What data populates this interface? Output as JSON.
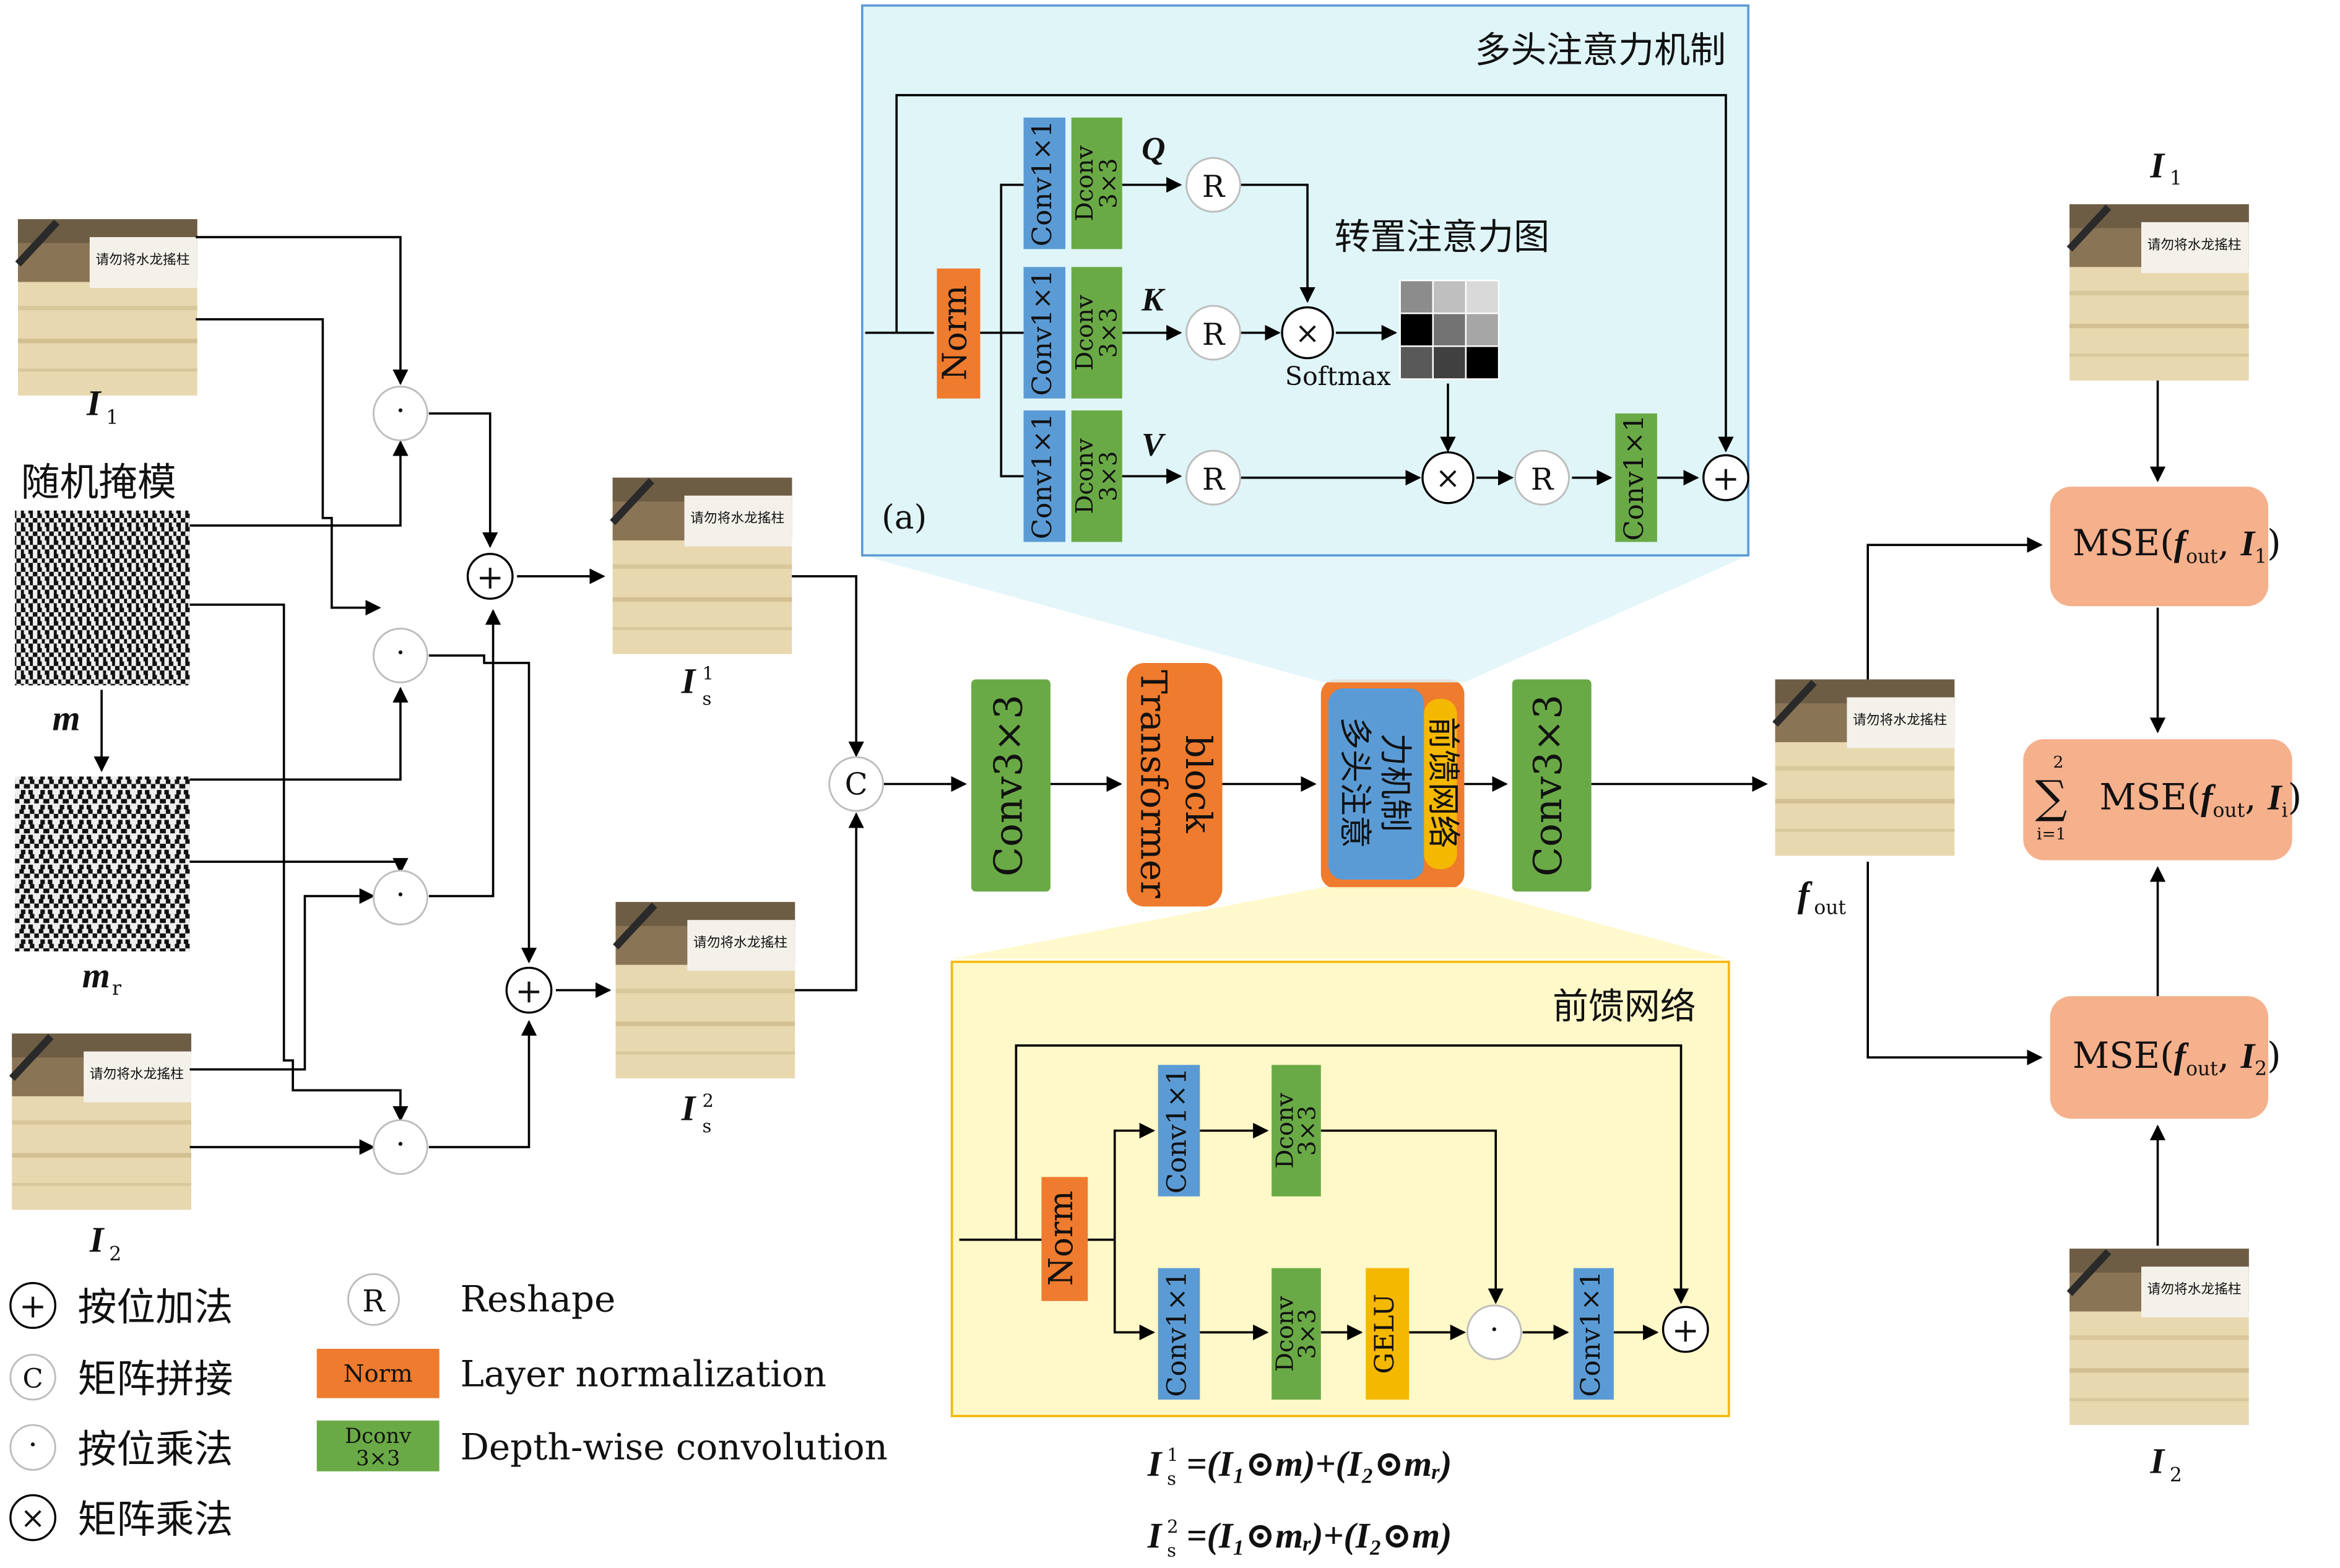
{
  "colors": {
    "norm": "#ef7b2e",
    "conv": "#5b9bd5",
    "dconv": "#6aaa46",
    "gelu": "#f5b800",
    "transformer": "#ef7b2e",
    "attention_panel": "#dff5f8",
    "ffn_panel": "#fff8c8",
    "mse": "#f5b08c"
  },
  "icons": {
    "add": "circled-plus-icon",
    "concat": "circled-c-icon",
    "mult": "circled-dot-icon",
    "matmul": "circled-times-icon",
    "reshape": "circled-r-icon",
    "image": "photo-thumbnail",
    "mask": "random-mask-texture"
  },
  "photo_text": "请勿将水龙搖柱",
  "left": {
    "i1_label": "I",
    "i1_sub": "1",
    "mask_title": "随机掩模",
    "m_label": "m",
    "mr_label": "m",
    "mr_sub": "r",
    "i2_label": "I",
    "i2_sub": "2",
    "is1_label": "I",
    "is1_sub": "s",
    "is1_sup": "1",
    "is2_label": "I",
    "is2_sub": "s",
    "is2_sup": "2"
  },
  "ops": {
    "plus": "+",
    "concat": "C",
    "dot": "·",
    "times": "×",
    "reshape": "R"
  },
  "attention": {
    "title": "多头注意力机制",
    "tag": "(a)",
    "norm": "Norm",
    "conv": "Conv1×1",
    "dconv": "Dconv",
    "dconv2": "3×3",
    "q": "Q",
    "k": "K",
    "v": "V",
    "map_title": "转置注意力图",
    "softmax": "Softmax",
    "attention_map_levels": [
      [
        0.55,
        0.75,
        0.85
      ],
      [
        0.0,
        0.45,
        0.65
      ],
      [
        0.35,
        0.25,
        0.0
      ]
    ]
  },
  "pipeline": {
    "conv_a": "Conv3×3",
    "transformer_1": "Transformer",
    "transformer_2": "block",
    "mha_1": "多头注意",
    "mha_2": "力机制",
    "ffn": "前馈网络",
    "conv_b": "Conv3×3",
    "fout": "f",
    "fout_sub": "out"
  },
  "ffn": {
    "title": "前馈网络",
    "norm": "Norm",
    "conv": "Conv1×1",
    "dconv": "Dconv",
    "dconv2": "3×3",
    "gelu": "GELU"
  },
  "equations": {
    "eq1": "=(I₁⊙m)+(I₂⊙mᵣ)",
    "eq2": "=(I₁⊙mᵣ)+(I₂⊙m)"
  },
  "loss": {
    "i1_label": "I",
    "i1_sub": "1",
    "i2_label": "I",
    "i2_sub": "2",
    "mse1_prefix": "MSE(",
    "mse1_f": "f",
    "mse1_fsub": "out",
    "mse1_sep": ", ",
    "mse1_i": "I",
    "mse1_isub": "1",
    "mse_close": ")",
    "mse2_prefix": "MSE(",
    "mse2_f": "f",
    "mse2_fsub": "out",
    "mse2_sep": ", ",
    "mse2_i": "I",
    "mse2_isub": "2",
    "sum_symbol": "∑",
    "sum_top": "2",
    "sum_bottom": "i=1",
    "sum_prefix": "MSE(",
    "sum_f": "f",
    "sum_fsub": "out",
    "sum_sep": ", ",
    "sum_i": "I",
    "sum_isub": "i"
  },
  "legend": {
    "add": "按位加法",
    "concat": "矩阵拼接",
    "mult": "按位乘法",
    "matmul": "矩阵乘法",
    "reshape": "Reshape",
    "norm_box": "Norm",
    "norm_text": "Layer normalization",
    "dconv_box": "Dconv",
    "dconv_box2": "3×3",
    "dconv_text": "Depth-wise convolution"
  }
}
